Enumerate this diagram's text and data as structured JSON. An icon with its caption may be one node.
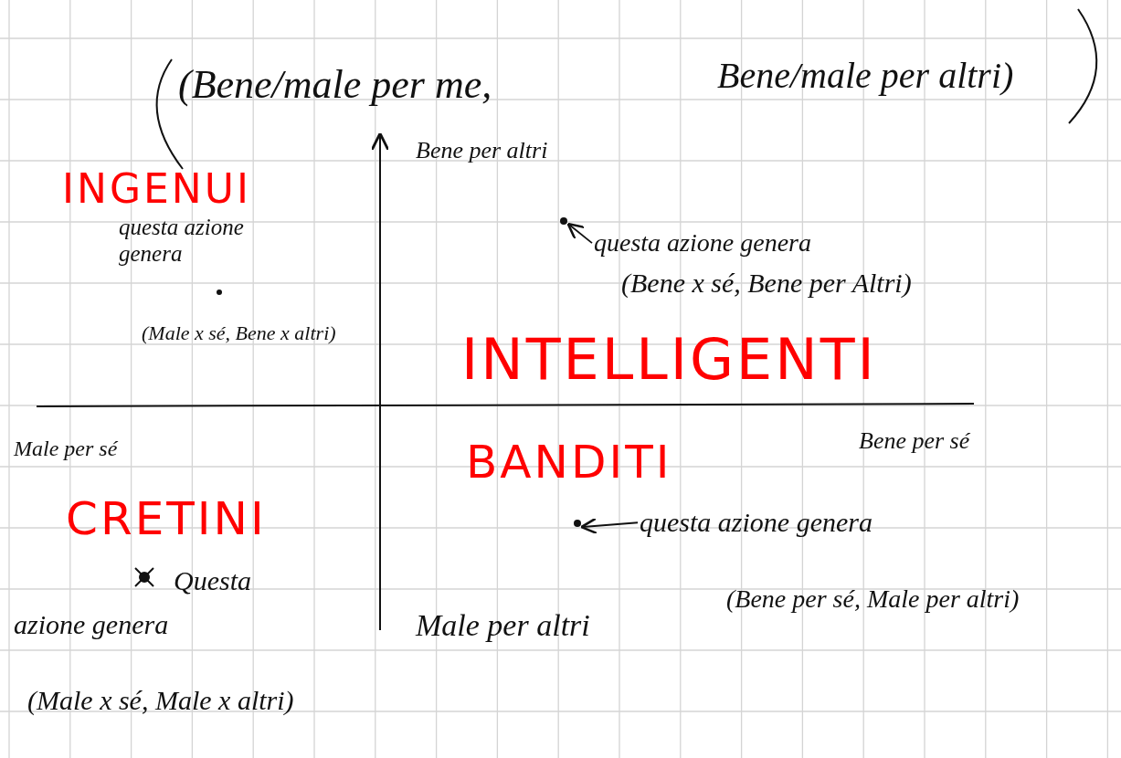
{
  "diagram": {
    "nodes": [
      {
        "text": [],
        "shape": "circle"
      },
      {
        "text": [
          "questa azione genera"
        ]
      },
      {
        "text": [],
        "shape": "circle"
      },
      {
        "text": [
          "questa azione genera"
        ]
      }
    ],
    "edges": [
      {
        "from": 1,
        "to": 0,
        "arrow": "to"
      },
      {
        "from": 3,
        "to": 2,
        "arrow": "to"
      }
    ],
    "labels": [
      "(Bene/male per me,",
      "Bene/male per altri)",
      "Bene per altri",
      "INGENUI",
      "questa azione genera",
      "(Bene x sé, Bene per Altri)",
      "(Male x sé, Bene x altri)",
      "INTELLIGENTI",
      "Male per sé",
      "BANDITI",
      "Bene per sé",
      "CRETINI",
      "Questa azione genera",
      "(Bene per sé, Male per altri)",
      "Male per altri",
      "(Male x sé, Male x altri)"
    ]
  }
}
